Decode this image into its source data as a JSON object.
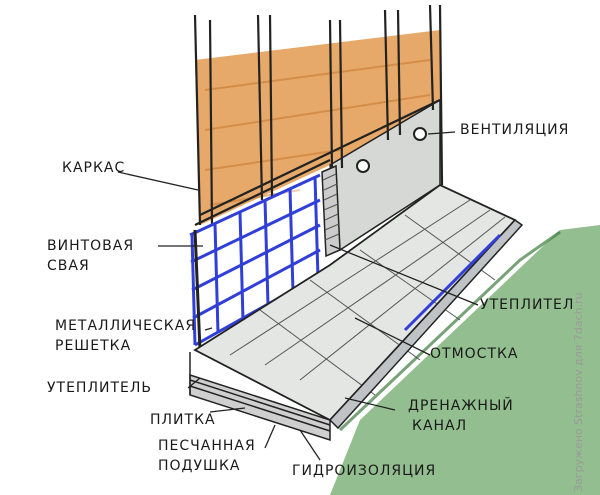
{
  "labels": {
    "karkas": "КАРКАС",
    "ventilyatsiya": "ВЕНТИЛЯЦИЯ",
    "vintovaya_svaya_1": "ВИНТОВАЯ",
    "vintovaya_svaya_2": "СВАЯ",
    "uteplitel_right": "УТЕПЛИТЕЛ",
    "metall_1": "МЕТАЛЛИЧЕСКАЯ",
    "metall_2": "РЕШЕТКА",
    "otmostka": "ОТМОСТКА",
    "uteplitel_left": "УТЕПЛИТЕЛЬ",
    "drenazh_1": "ДРЕНАЖНЫЙ",
    "drenazh_2": "КАНАЛ",
    "plitka": "ПЛИТКА",
    "pesok_1": "ПЕСЧАННАЯ",
    "pesok_2": "ПОДУШКА",
    "gidro": "ГИДРОИЗОЛЯЦИЯ"
  },
  "watermark": "Загружено Strashnov для 7dach.ru",
  "colors": {
    "wood": "#e3a05a",
    "grid": "#2f3fd8",
    "grass": "#6fa86a",
    "slab": "#e4e6e4",
    "ink": "#222222"
  }
}
